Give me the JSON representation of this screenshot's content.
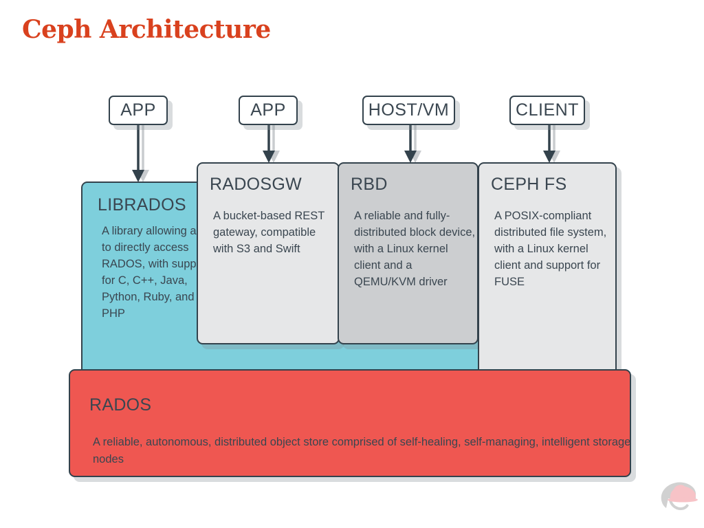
{
  "title": "Ceph Architecture",
  "theme": {
    "title_color": "#d9411e",
    "stroke": "#33424c",
    "text": "#3a4650",
    "librados_fill": "#7ecfdc",
    "radosgw_fill": "#e6e7e8",
    "rbd_fill": "#ccced0",
    "cephfs_fill": "#e6e7e8",
    "rados_fill": "#ef5751",
    "page_bg": "#ffffff"
  },
  "clients": [
    {
      "id": "app-1",
      "label": "APP"
    },
    {
      "id": "app-2",
      "label": "APP"
    },
    {
      "id": "host-vm",
      "label": "HOST/VM"
    },
    {
      "id": "client",
      "label": "CLIENT"
    }
  ],
  "arrows": [
    {
      "id": "arrow-app1-to-librados",
      "from": "APP",
      "to": "LIBRADOS"
    },
    {
      "id": "arrow-app2-to-radosgw",
      "from": "APP",
      "to": "RADOSGW"
    },
    {
      "id": "arrow-hostvm-to-rbd",
      "from": "HOST/VM",
      "to": "RBD"
    },
    {
      "id": "arrow-client-to-cephfs",
      "from": "CLIENT",
      "to": "CEPH FS"
    }
  ],
  "panels": {
    "librados": {
      "title": "LIBRADOS",
      "body": "A library allowing apps to directly access RADOS, with support for C, C++, Java, Python, Ruby, and PHP"
    },
    "radosgw": {
      "title": "RADOSGW",
      "body": "A bucket-based REST gateway, compatible with S3 and Swift"
    },
    "rbd": {
      "title": "RBD",
      "body": "A reliable and fully-distributed block device, with a Linux kernel client and a QEMU/KVM driver"
    },
    "cephfs": {
      "title": "CEPH FS",
      "body": "A POSIX-compliant distributed file system, with a Linux kernel client and support for FUSE"
    },
    "rados": {
      "title": "RADOS",
      "body": "A reliable, autonomous, distributed object store comprised of self-healing, self-managing, intelligent storage nodes"
    }
  },
  "logo": {
    "name": "red-hat-shadowman-logo",
    "hat_color": "#ee7b85",
    "figure_color": "#9a9a9a"
  }
}
